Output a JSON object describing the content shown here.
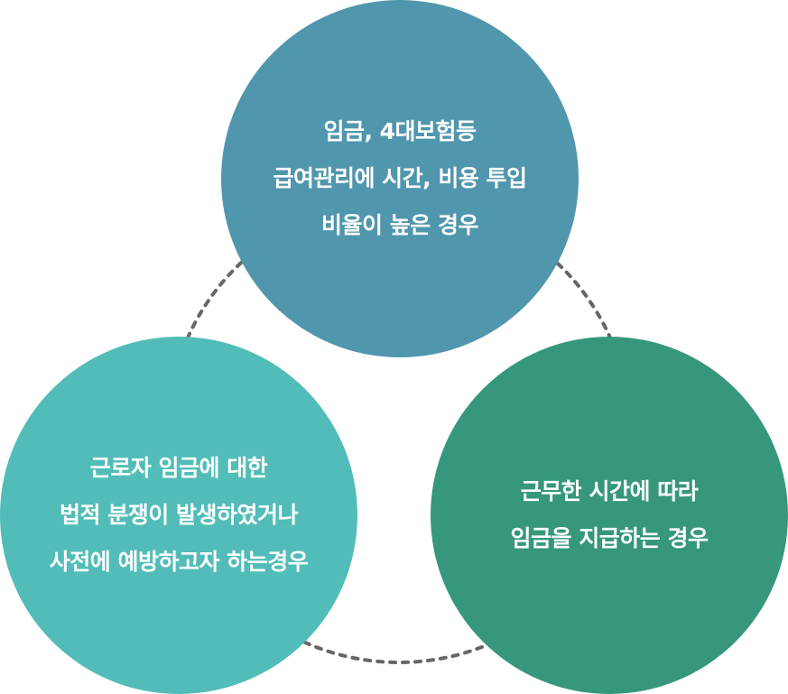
{
  "colors": {
    "top_circle": "#5096ad",
    "left_circle": "#52bdb8",
    "right_circle": "#36977c",
    "dashed_ring": "#666666",
    "text": "#ffffff"
  },
  "circles": {
    "top": {
      "lines": [
        "임금, 4대보험등",
        "급여관리에 시간, 비용 투입",
        "비율이 높은 경우"
      ]
    },
    "left": {
      "lines": [
        "근로자 임금에 대한",
        "법적 분쟁이 발생하였거나",
        "사전에 예방하고자 하는경우"
      ]
    },
    "right": {
      "lines": [
        "근무한 시간에 따라",
        "임금을 지급하는 경우"
      ]
    }
  }
}
